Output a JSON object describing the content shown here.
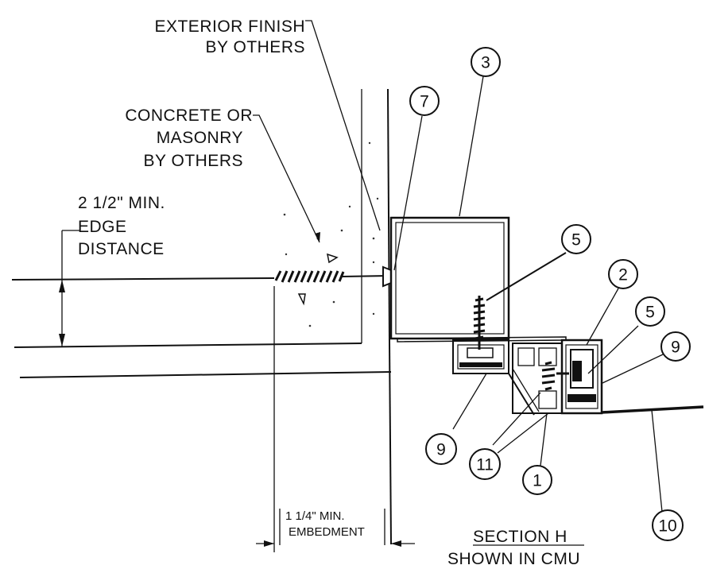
{
  "labels": {
    "exterior_finish_1": "EXTERIOR FINISH",
    "exterior_finish_2": "BY OTHERS",
    "concrete_1": "CONCRETE OR",
    "concrete_2": "MASONRY",
    "concrete_3": "BY OTHERS",
    "edge_1": "2 1/2\" MIN.",
    "edge_2": "EDGE",
    "edge_3": "DISTANCE",
    "embed_1": "1 1/4\" MIN.",
    "embed_2": "EMBEDMENT",
    "section_title": "SECTION H",
    "section_sub": "SHOWN IN CMU"
  },
  "callouts": {
    "c3": "3",
    "c7": "7",
    "c5a": "5",
    "c2": "2",
    "c5b": "5",
    "c9a": "9",
    "c9b": "9",
    "c11": "11",
    "c1": "1",
    "c10": "10"
  }
}
